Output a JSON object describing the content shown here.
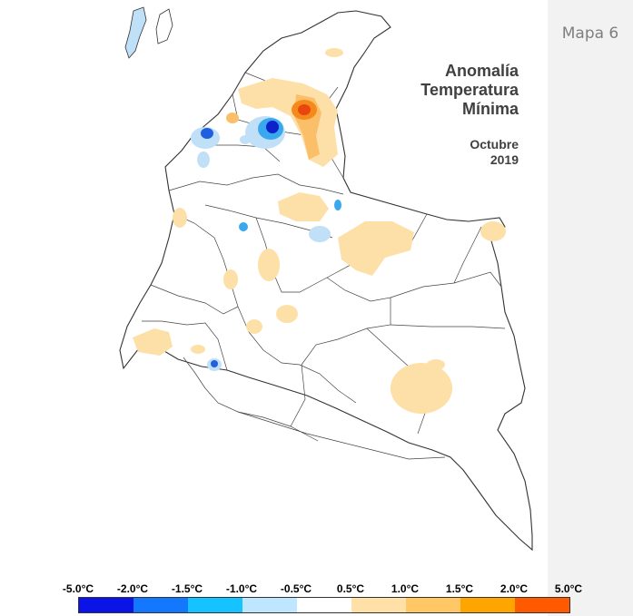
{
  "map_label": "Mapa 6",
  "title_lines": [
    "Anomalía",
    "Temperatura",
    "Mínima"
  ],
  "subtitle_lines": [
    "Octubre",
    "2019"
  ],
  "legend": {
    "labels": [
      "-5.0°C",
      "-2.0°C",
      "-1.5°C",
      "-1.0°C",
      "-0.5°C",
      "0.5°C",
      "1.0°C",
      "1.5°C",
      "2.0°C",
      "5.0°C"
    ],
    "colors": [
      "#0a14e6",
      "#1478ff",
      "#14c3ff",
      "#bfe6ff",
      "#ffffff",
      "#ffe0a6",
      "#ffc864",
      "#ffa500",
      "#ff5a00"
    ]
  },
  "colors": {
    "warm_light": "#fde0a8",
    "warm_mid": "#fbbf6a",
    "warm_strong": "#f48a1c",
    "hot": "#e8450f",
    "cool_light": "#bfe0f7",
    "cool_mid": "#3aa8ef",
    "cool_strong": "#1f5fe0",
    "cold": "#0d22c8",
    "border": "#333333"
  }
}
